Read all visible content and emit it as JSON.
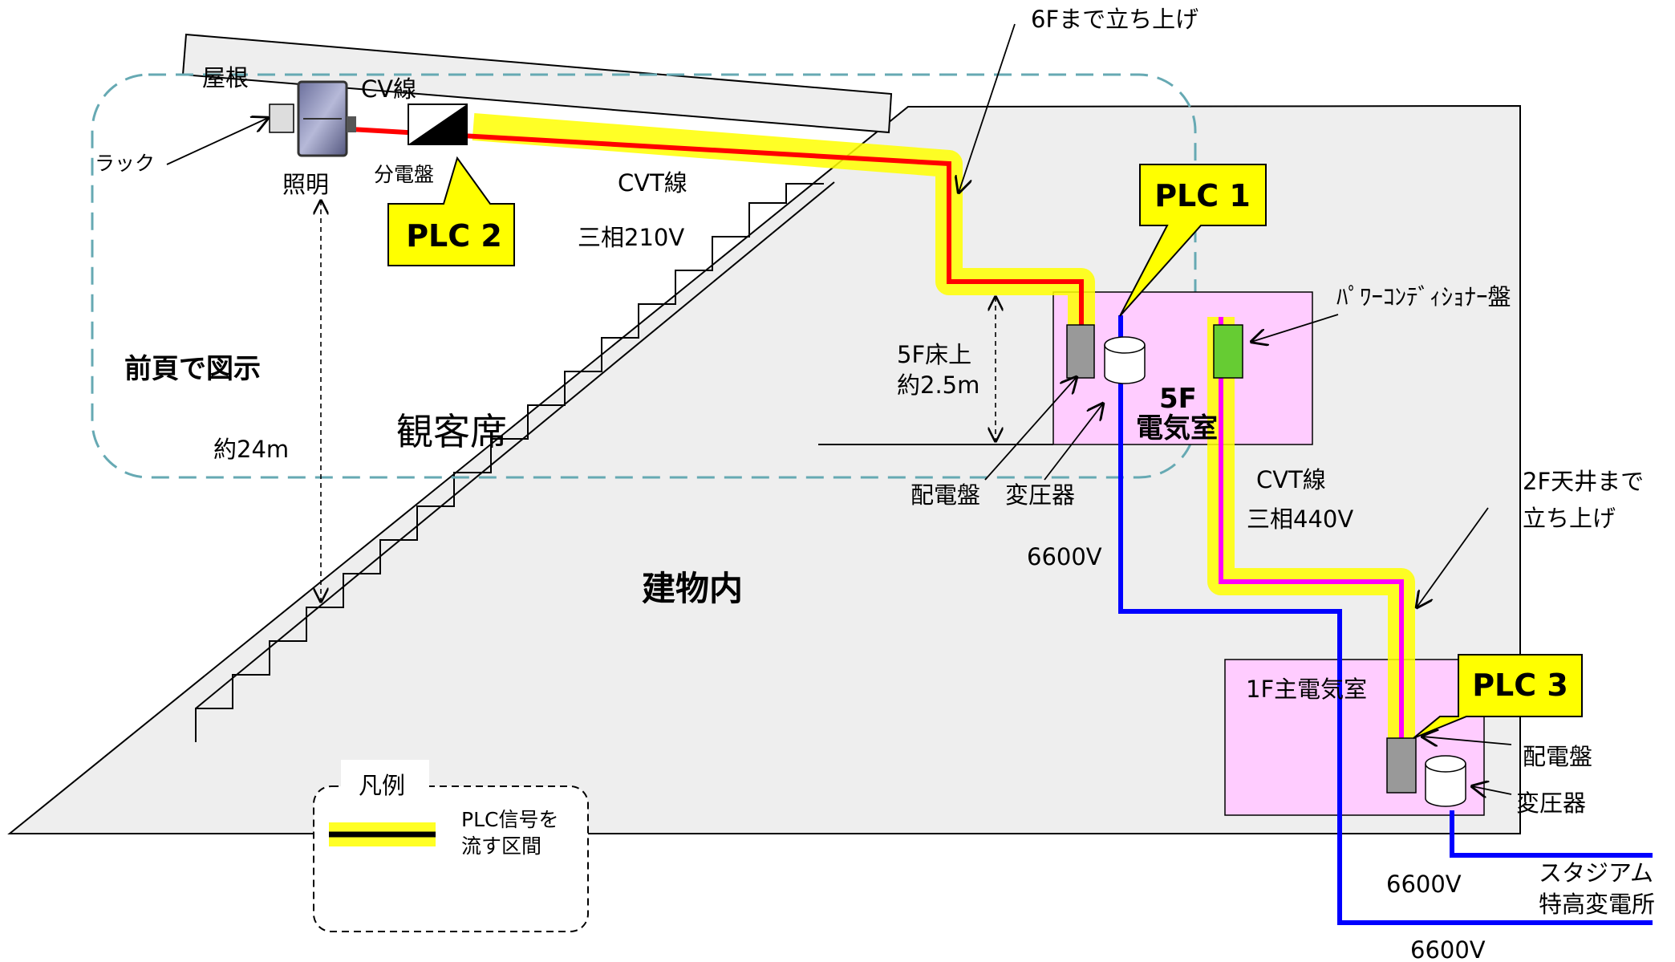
{
  "labels": {
    "roof": "屋根",
    "cv_line": "CV線",
    "rack": "ラック",
    "lighting": "照明",
    "sub_panel": "分電盤",
    "riser_6f": "6Fまで立ち上げ",
    "cvt_line_upper": "CVT線",
    "three_phase_210": "三相210V",
    "shown_prev_page": "前頁で図示",
    "spectator_seats": "観客席",
    "approx_24m": "約24m",
    "floor_5f_height_1": "5F床上",
    "floor_5f_height_2": "約2.5m",
    "elec_room_5f_1": "5F",
    "elec_room_5f_2": "電気室",
    "distribution_panel_5f": "配電盤",
    "transformer_5f": "変圧器",
    "power_conditioner_panel": "ﾊﾟﾜｰｺﾝﾃﾞｨｼｮﾅｰ盤",
    "cvt_line_lower": "CVT線",
    "three_phase_440": "三相440V",
    "v6600_a": "6600V",
    "riser_2f_1": "2F天井まで",
    "riser_2f_2": "立ち上げ",
    "inside_building": "建物内",
    "main_elec_room_1f": "1F主電気室",
    "distribution_panel_1f": "配電盤",
    "transformer_1f": "変圧器",
    "v6600_b": "6600V",
    "v6600_c": "6600V",
    "stadium_sub_1": "スタジアム",
    "stadium_sub_2": "特高変電所"
  },
  "callouts": {
    "plc1": "PLC 1",
    "plc2": "PLC 2",
    "plc3": "PLC 3"
  },
  "legend": {
    "title": "凡例",
    "line1": "PLC信号を",
    "line2": "流す区間"
  },
  "colors": {
    "building_fill": "#eeeeee",
    "room_fill": "#ffccff",
    "plc_line": "#ff0000",
    "plc_glow": "#ffff00",
    "lv_line": "#ff00ff",
    "hv_line": "#0000ff",
    "callout_fill": "#ffff00",
    "pcs_fill": "#66cc33",
    "panel_fill": "#999999",
    "dashed_region": "#66a9b3"
  }
}
